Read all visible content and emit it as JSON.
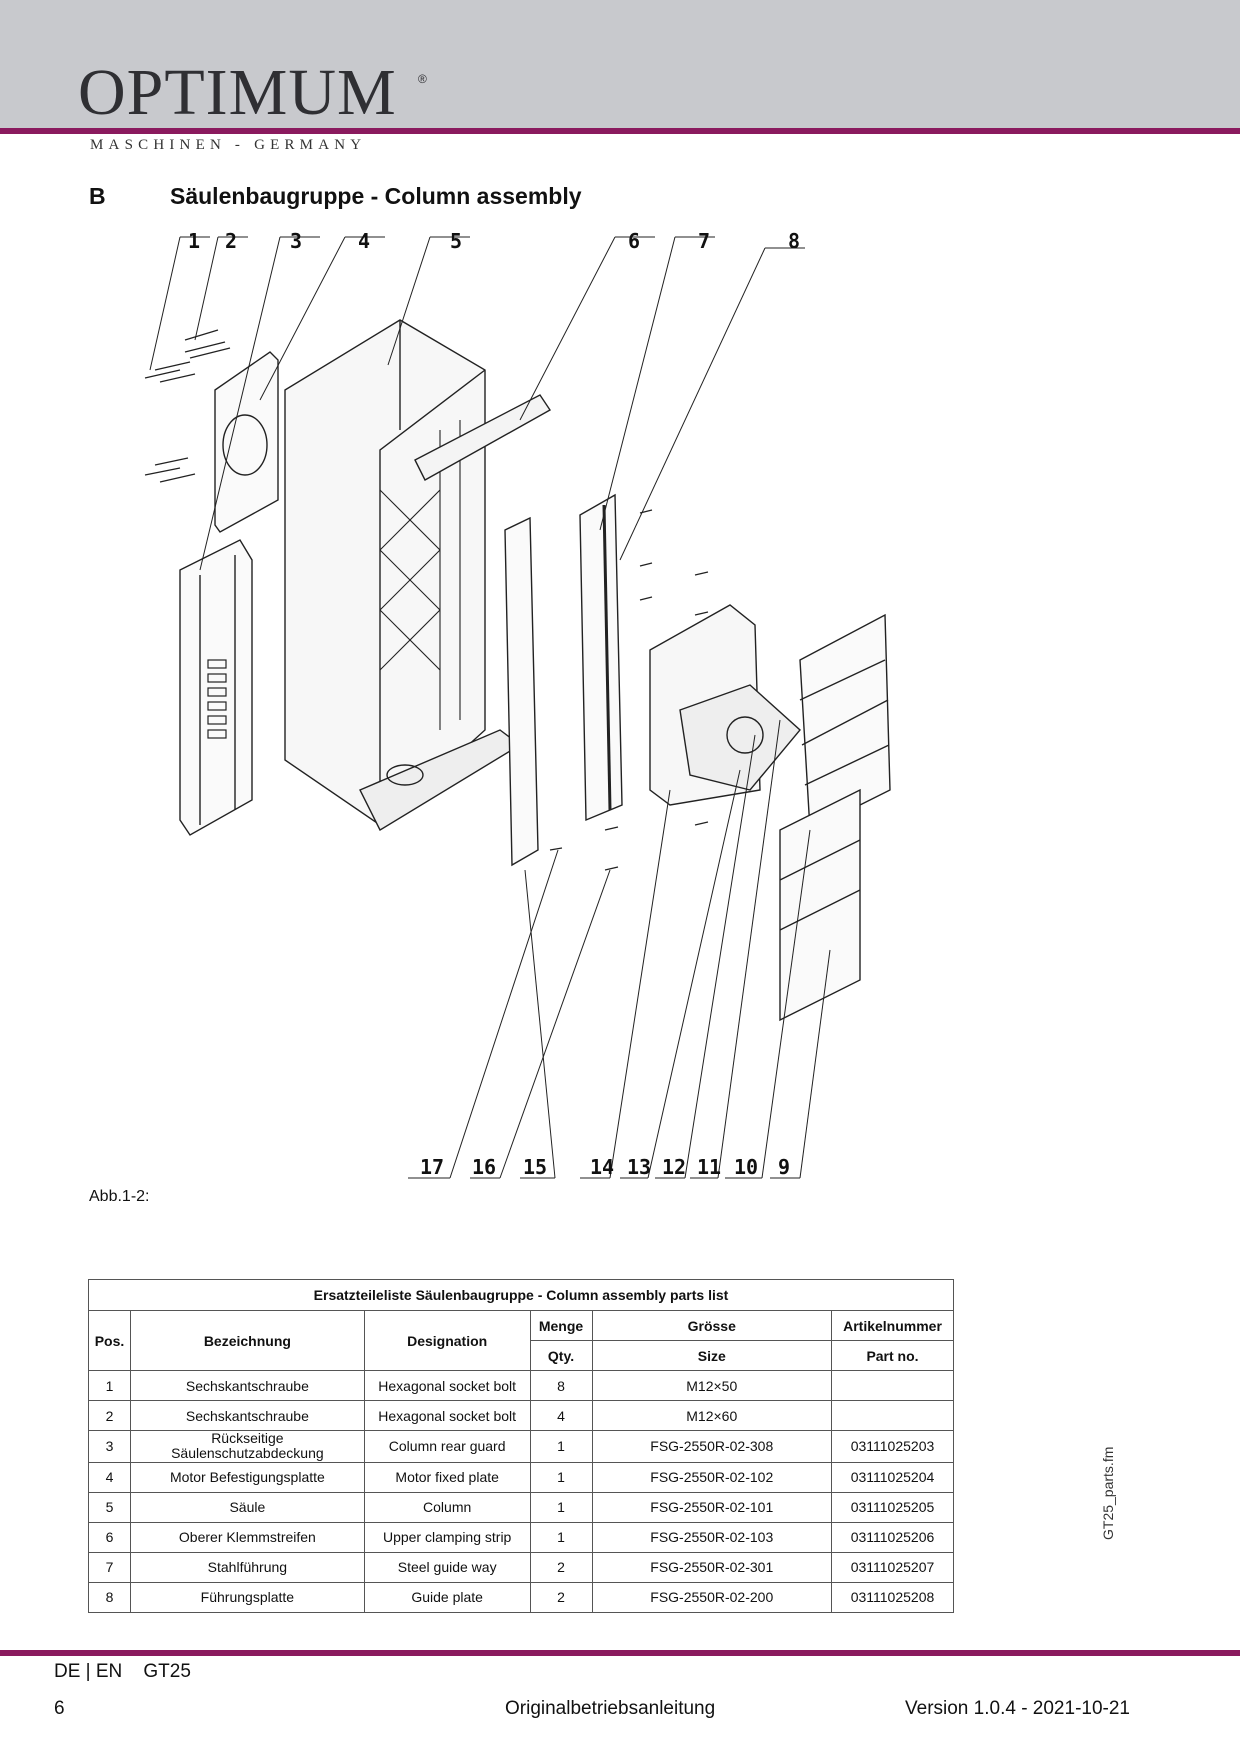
{
  "header": {
    "brand": "OPTIMUM",
    "registered_mark": "®",
    "tagline": "MASCHINEN - GERMANY"
  },
  "section": {
    "letter": "B",
    "title": "Säulenbaugruppe - Column assembly"
  },
  "figure": {
    "callouts_top": [
      "1",
      "2",
      "3",
      "4",
      "5",
      "6",
      "7",
      "8"
    ],
    "callouts_bottom": [
      "17",
      "16",
      "15",
      "14",
      "13",
      "12",
      "11",
      "10",
      "9"
    ],
    "caption": "Abb.1-2:"
  },
  "parts_table": {
    "caption": "Ersatzteileliste Säulenbaugruppe - Column assembly parts list",
    "headers": {
      "pos": "Pos.",
      "bezeichnung": "Bezeichnung",
      "designation": "Designation",
      "menge": "Menge",
      "qty": "Qty.",
      "groesse": "Grösse",
      "size": "Size",
      "artikelnummer": "Artikelnummer",
      "part_no": "Part no."
    },
    "rows": [
      {
        "pos": "1",
        "de": "Sechskantschraube",
        "en": "Hexagonal socket bolt",
        "qty": "8",
        "size": "M12×50",
        "part_no": ""
      },
      {
        "pos": "2",
        "de": "Sechskantschraube",
        "en": "Hexagonal socket bolt",
        "qty": "4",
        "size": "M12×60",
        "part_no": ""
      },
      {
        "pos": "3",
        "de": "Rückseitige Säulenschutzabdeckung",
        "en": "Column rear guard",
        "qty": "1",
        "size": "FSG-2550R-02-308",
        "part_no": "03111025203"
      },
      {
        "pos": "4",
        "de": "Motor Befestigungsplatte",
        "en": "Motor fixed plate",
        "qty": "1",
        "size": "FSG-2550R-02-102",
        "part_no": "03111025204"
      },
      {
        "pos": "5",
        "de": "Säule",
        "en": "Column",
        "qty": "1",
        "size": "FSG-2550R-02-101",
        "part_no": "03111025205"
      },
      {
        "pos": "6",
        "de": "Oberer Klemmstreifen",
        "en": "Upper clamping strip",
        "qty": "1",
        "size": "FSG-2550R-02-103",
        "part_no": "03111025206"
      },
      {
        "pos": "7",
        "de": "Stahlführung",
        "en": "Steel guide way",
        "qty": "2",
        "size": "FSG-2550R-02-301",
        "part_no": "03111025207"
      },
      {
        "pos": "8",
        "de": "Führungsplatte",
        "en": "Guide plate",
        "qty": "2",
        "size": "FSG-2550R-02-200",
        "part_no": "03111025208"
      }
    ]
  },
  "side_label": "GT25_parts.fm",
  "footer": {
    "lang_model": "DE | EN    GT25",
    "page": "6",
    "center": "Originalbetriebsanleitung",
    "version": "Version 1.0.4 - 2021-10-21"
  },
  "colors": {
    "header_band": "#c8c9cd",
    "accent_rule": "#8a1a5e"
  }
}
